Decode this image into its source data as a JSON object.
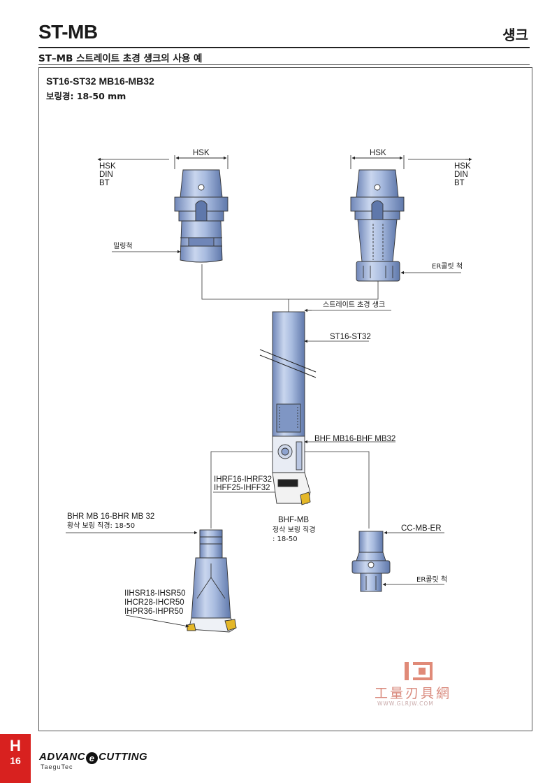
{
  "header": {
    "title": "ST-MB",
    "section": "섕크",
    "subtitle": "ST–MB 스트레이트 초경 섕크의 사용 예"
  },
  "frame": {
    "title": "ST16-ST32 MB16-MB32",
    "subtitle": "보링경: 18-50 mm"
  },
  "labels": {
    "hsk_dim_left": "HSK",
    "hsk_dim_right": "HSK",
    "spindle_left": [
      "HSK",
      "DIN",
      "BT"
    ],
    "spindle_right": [
      "HSK",
      "DIN",
      "BT"
    ],
    "milling_chuck": "밀링척",
    "er_collet_chuck_top": "ER콜릿 척",
    "straight_shank": "스트레이트 초경 섕크",
    "st_range": "ST16-ST32",
    "bhf_range": "BHF MB16-BHF MB32",
    "ihrf_range": "IHRF16-IHRF32",
    "ihff_range": "IHFF25-IHFF32",
    "bhf_mb": "BHF-MB",
    "finish_boring": "정삭 보링 직경",
    "finish_range": ": 18-50",
    "bhr_range": "BHR MB 16-BHR MB 32",
    "rough_boring": "황삭 보링 직경: 18-50",
    "ihsr_range": "IIHSR18-IHSR50",
    "ihcr_range": "IHCR28-IHCR50",
    "ihpr_range": "IHPR36-IHPR50",
    "cc_mb_er": "CC-MB-ER",
    "er_collet_chuck_bottom": "ER콜릿 척"
  },
  "watermark": {
    "text": "工量刃具網",
    "url": "WWW.GLRJW.COM"
  },
  "footer": {
    "tab_letter": "H",
    "page_number": "16",
    "brand_left": "ADVANC",
    "brand_e": "e",
    "brand_right": "CUTTING",
    "brand_sub": "TaeguTec"
  },
  "colors": {
    "tool_fill": "#9fb3d8",
    "tool_dark": "#5f78ab",
    "tool_light": "#c6d3ec",
    "insert": "#e4b728",
    "accent_red": "#d8211f"
  }
}
